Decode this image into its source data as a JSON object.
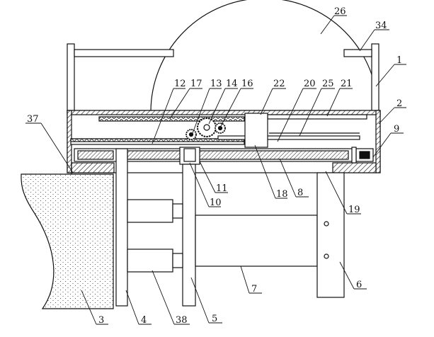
{
  "labels": {
    "l1": "1",
    "l2": "2",
    "l3": "3",
    "l4": "4",
    "l5": "5",
    "l6": "6",
    "l7": "7",
    "l8": "8",
    "l9": "9",
    "l10": "10",
    "l11": "11",
    "l12": "12",
    "l13": "13",
    "l14": "14",
    "l16": "16",
    "l17": "17",
    "l18": "18",
    "l19": "19",
    "l20": "20",
    "l21": "21",
    "l22": "22",
    "l25": "25",
    "l26": "26",
    "l34": "34",
    "l37": "37",
    "l38": "38"
  }
}
